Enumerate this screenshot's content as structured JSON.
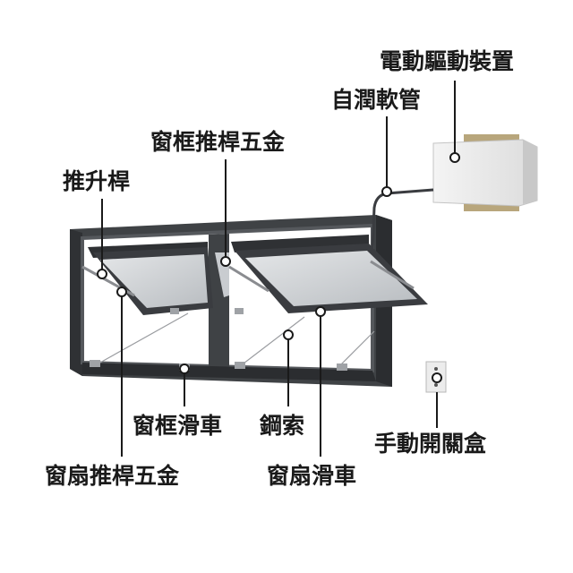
{
  "labels": {
    "drive_unit": "電動驅動裝置",
    "flex_conduit": "自潤軟管",
    "frame_push_rod_hardware": "窗框推桿五金",
    "lift_rod": "推升桿",
    "frame_pulley": "窗框滑車",
    "steel_cable": "鋼索",
    "manual_switch_box": "手動開關盒",
    "sash_push_rod_hardware": "窗扇推桿五金",
    "sash_pulley": "窗扇滑車"
  }
}
